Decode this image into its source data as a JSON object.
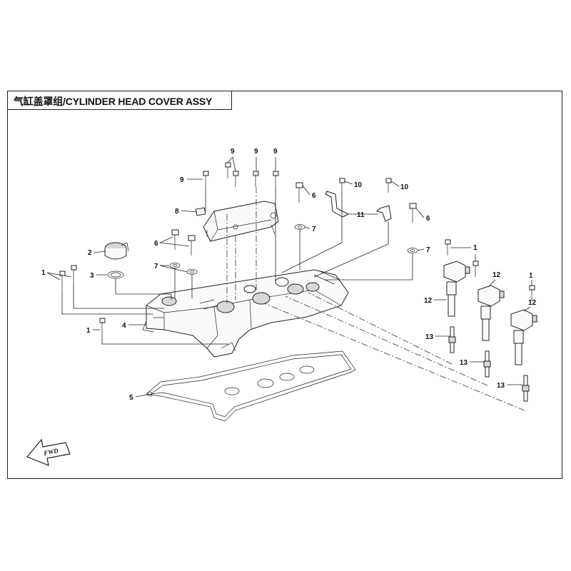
{
  "header": {
    "title": "气缸盖罩组/CYLINDER HEAD COVER ASSY"
  },
  "fwd_label": "FWD",
  "callouts": [
    {
      "id": "c1a",
      "label": "1"
    },
    {
      "id": "c1b",
      "label": "1"
    },
    {
      "id": "c1c",
      "label": "1"
    },
    {
      "id": "c1d",
      "label": "1"
    },
    {
      "id": "c2",
      "label": "2"
    },
    {
      "id": "c3",
      "label": "3"
    },
    {
      "id": "c4",
      "label": "4"
    },
    {
      "id": "c5",
      "label": "5"
    },
    {
      "id": "c6a",
      "label": "6"
    },
    {
      "id": "c6b",
      "label": "6"
    },
    {
      "id": "c6c",
      "label": "6"
    },
    {
      "id": "c7a",
      "label": "7"
    },
    {
      "id": "c7b",
      "label": "7"
    },
    {
      "id": "c7c",
      "label": "7"
    },
    {
      "id": "c8",
      "label": "8"
    },
    {
      "id": "c9a",
      "label": "9"
    },
    {
      "id": "c9b",
      "label": "9"
    },
    {
      "id": "c9c",
      "label": "9"
    },
    {
      "id": "c9d",
      "label": "9"
    },
    {
      "id": "c10a",
      "label": "10"
    },
    {
      "id": "c10b",
      "label": "10"
    },
    {
      "id": "c11",
      "label": "11"
    },
    {
      "id": "c12a",
      "label": "12"
    },
    {
      "id": "c12b",
      "label": "12"
    },
    {
      "id": "c12c",
      "label": "12"
    },
    {
      "id": "c13a",
      "label": "13"
    },
    {
      "id": "c13b",
      "label": "13"
    },
    {
      "id": "c13c",
      "label": "13"
    }
  ]
}
